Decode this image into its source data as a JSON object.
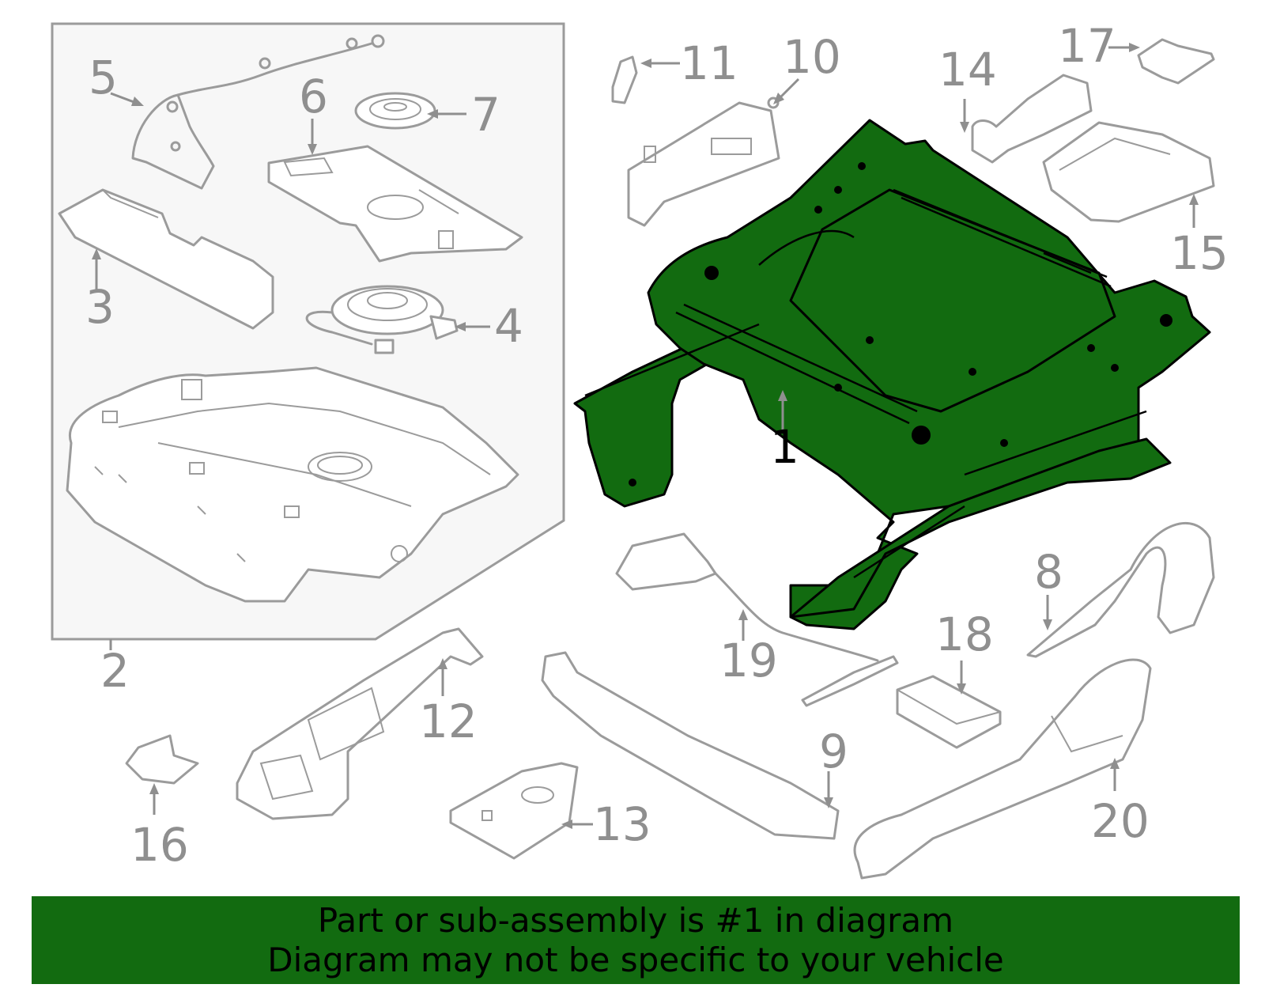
{
  "callouts": {
    "c1": "1",
    "c2": "2",
    "c3": "3",
    "c4": "4",
    "c5": "5",
    "c6": "6",
    "c7": "7",
    "c8": "8",
    "c9": "9",
    "c10": "10",
    "c11": "11",
    "c12": "12",
    "c13": "13",
    "c14": "14",
    "c15": "15",
    "c16": "16",
    "c17": "17",
    "c18": "18",
    "c19": "19",
    "c20": "20"
  },
  "highlight": {
    "part_number": "1",
    "color": "#126b10",
    "outline_color": "#9b9b9b"
  },
  "banner": {
    "line1": "Part or sub-assembly is #1 in diagram",
    "line2": "Diagram may not be specific to your vehicle",
    "color": "#126b10"
  }
}
